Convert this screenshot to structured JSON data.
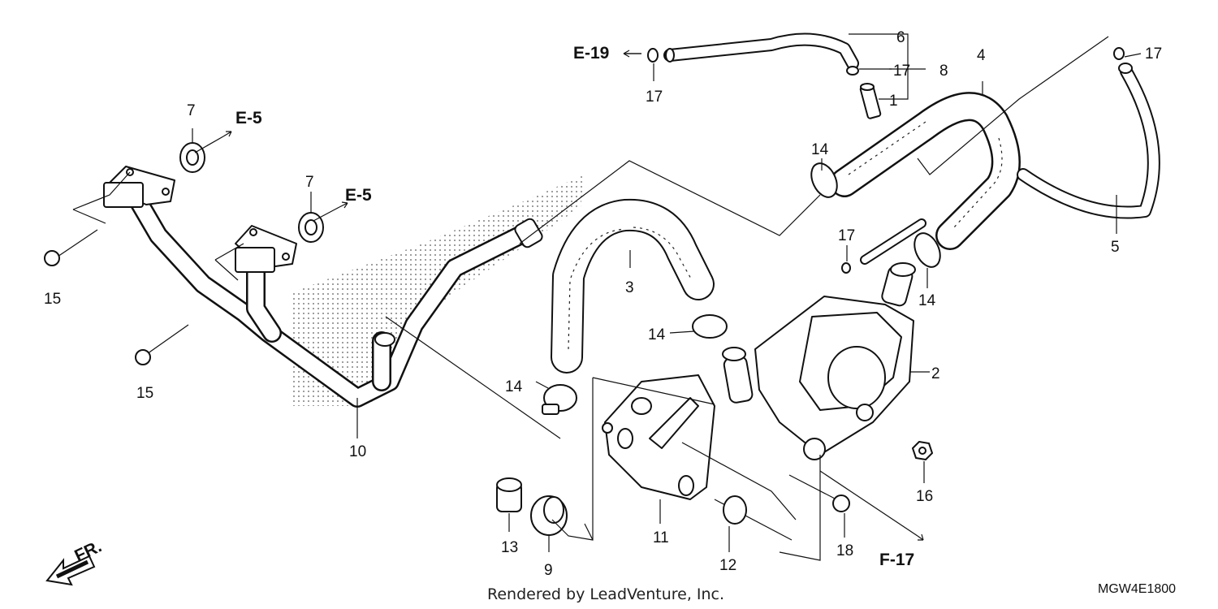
{
  "diagram": {
    "callouts": {
      "p1": "1",
      "p2": "2",
      "p3": "3",
      "p4": "4",
      "p5": "5",
      "p6": "6",
      "p7a": "7",
      "p7b": "7",
      "p8": "8",
      "p9": "9",
      "p10": "10",
      "p11": "11",
      "p12": "12",
      "p13": "13",
      "p14a": "14",
      "p14b": "14",
      "p14c": "14",
      "p14d": "14",
      "p15a": "15",
      "p15b": "15",
      "p16": "16",
      "p17a": "17",
      "p17b": "17",
      "p17c": "17",
      "p17d": "17",
      "p18": "18"
    },
    "refs": {
      "e19": "E-19",
      "e5a": "E-5",
      "e5b": "E-5",
      "f17": "F-17",
      "fr": "FR."
    },
    "footer": {
      "rendered_by": "Rendered by LeadVenture, Inc.",
      "diagram_code": "MGW4E1800"
    }
  }
}
